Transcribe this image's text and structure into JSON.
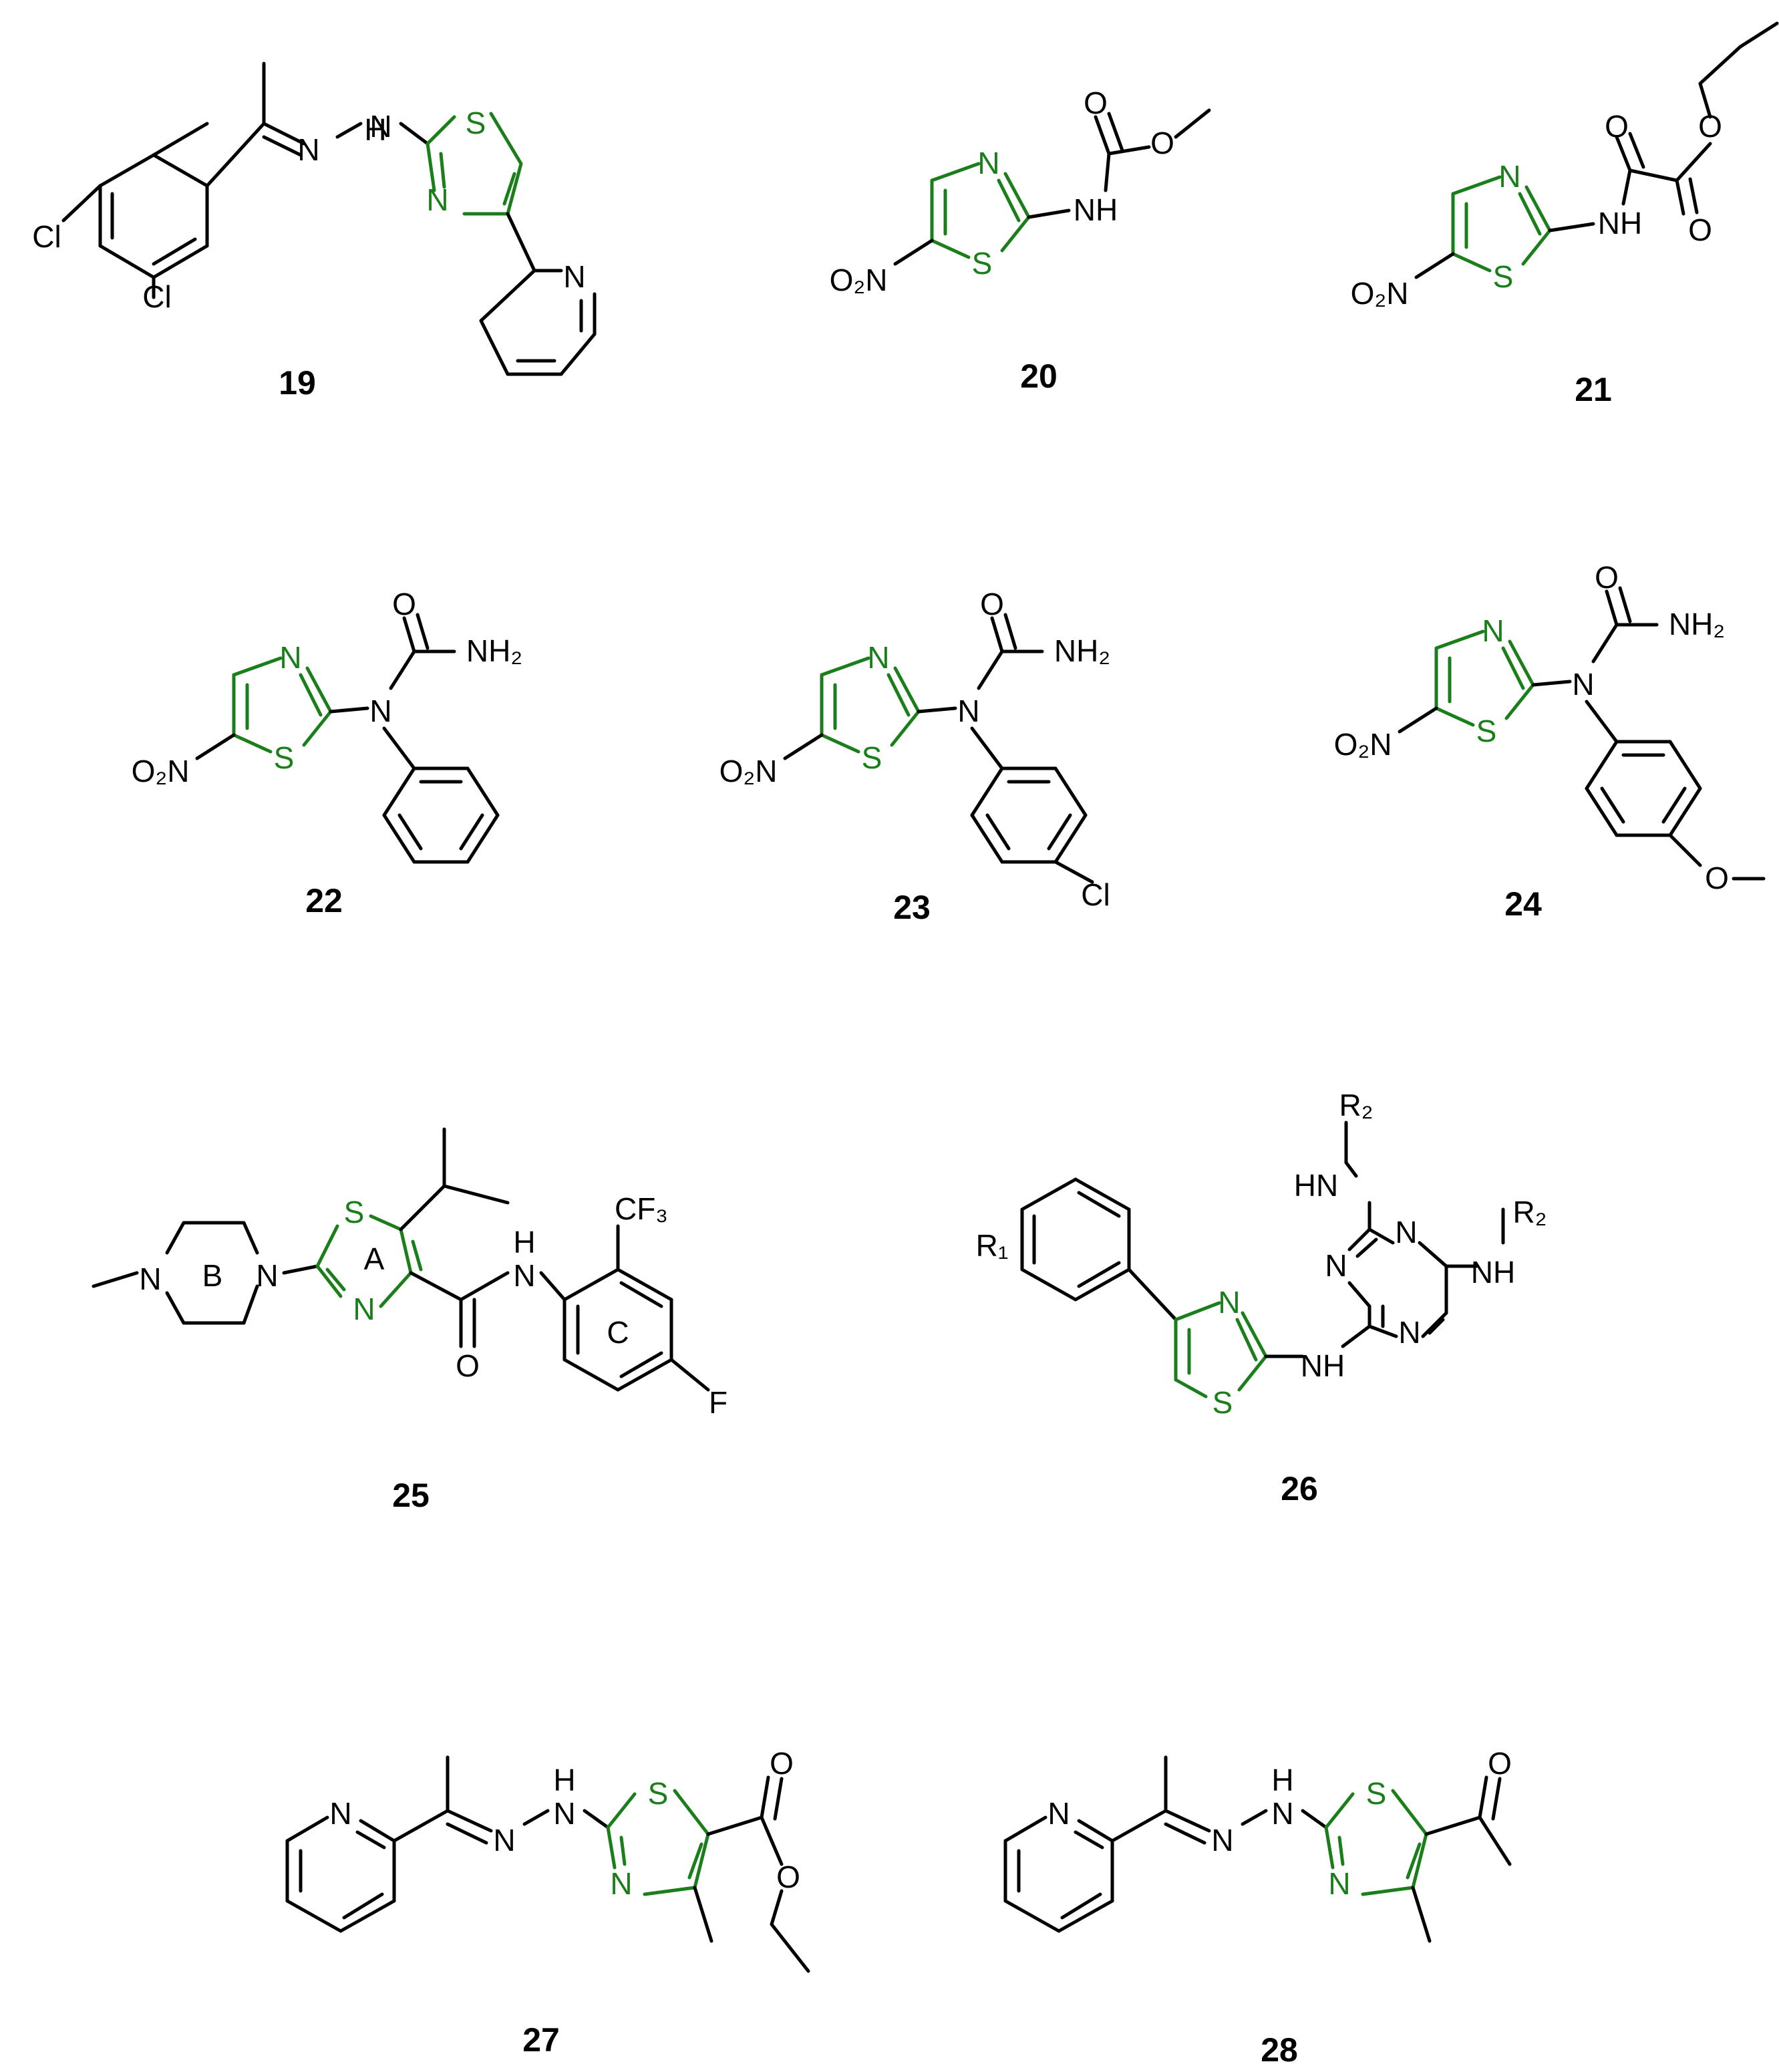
{
  "figure": {
    "compounds": [
      {
        "id": "19",
        "label": "19"
      },
      {
        "id": "20",
        "label": "20"
      },
      {
        "id": "21",
        "label": "21"
      },
      {
        "id": "22",
        "label": "22"
      },
      {
        "id": "23",
        "label": "23"
      },
      {
        "id": "24",
        "label": "24"
      },
      {
        "id": "25",
        "label": "25"
      },
      {
        "id": "26",
        "label": "26"
      },
      {
        "id": "27",
        "label": "27"
      },
      {
        "id": "28",
        "label": "28"
      }
    ],
    "atoms": {
      "S": "S",
      "N": "N",
      "O": "O",
      "H": "H",
      "Cl": "Cl",
      "F": "F",
      "NH": "NH",
      "HN": "HN",
      "O2N": "O₂N",
      "NH2": "NH₂",
      "CF3": "CF₃",
      "R1": "R₁",
      "R2": "R₂",
      "ringA": "A",
      "ringB": "B",
      "ringC": "C"
    },
    "colors": {
      "thiazole": "#1a7f1a",
      "bonds": "#000000",
      "background": "#ffffff"
    }
  }
}
